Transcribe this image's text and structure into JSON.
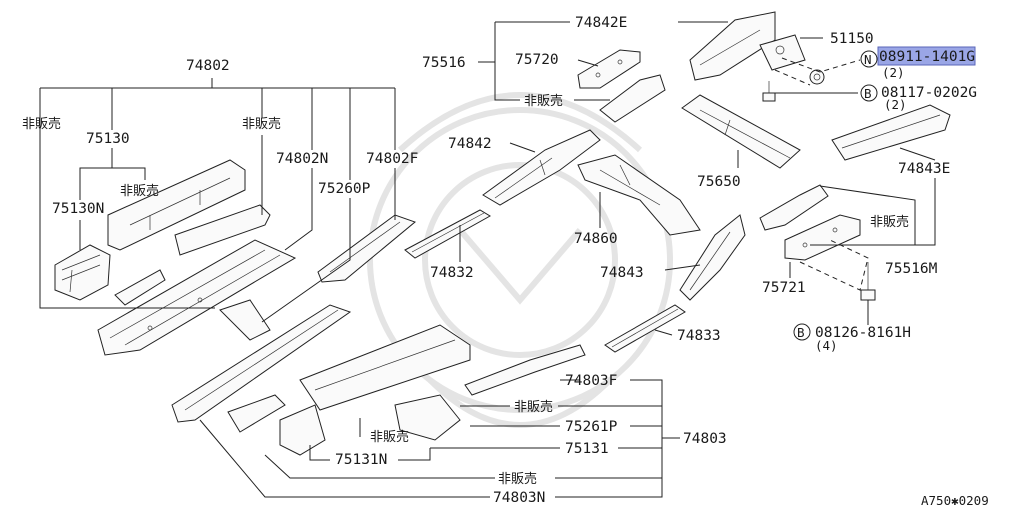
{
  "labels": {
    "p74802": "74802",
    "hiHanbai": "非販売",
    "p75130": "75130",
    "p75130N": "75130N",
    "p74802N": "74802N",
    "p74802F": "74802F",
    "p75260P": "75260P",
    "p74842E": "74842E",
    "p75516": "75516",
    "p75720": "75720",
    "p51150": "51150",
    "p08911": "08911-1401G",
    "qty2a": "(2)",
    "p08117": "08117-0202G",
    "qty2b": "(2)",
    "p74842": "74842",
    "p75650": "75650",
    "p74843E": "74843E",
    "p74860": "74860",
    "p74843": "74843",
    "p74832": "74832",
    "p75516M": "75516M",
    "p75721": "75721",
    "p08126": "08126-8161H",
    "qty4": "(4)",
    "p74833": "74833",
    "p74803F": "74803F",
    "p75261P": "75261P",
    "p74803": "74803",
    "p75131": "75131",
    "p75131N": "75131N",
    "p74803N": "74803N",
    "diagramCode": "A750✱0209"
  },
  "markers": {
    "n": "N",
    "b": "B"
  },
  "colors": {
    "line": "#222222",
    "highlight": "#9aa6e6"
  }
}
